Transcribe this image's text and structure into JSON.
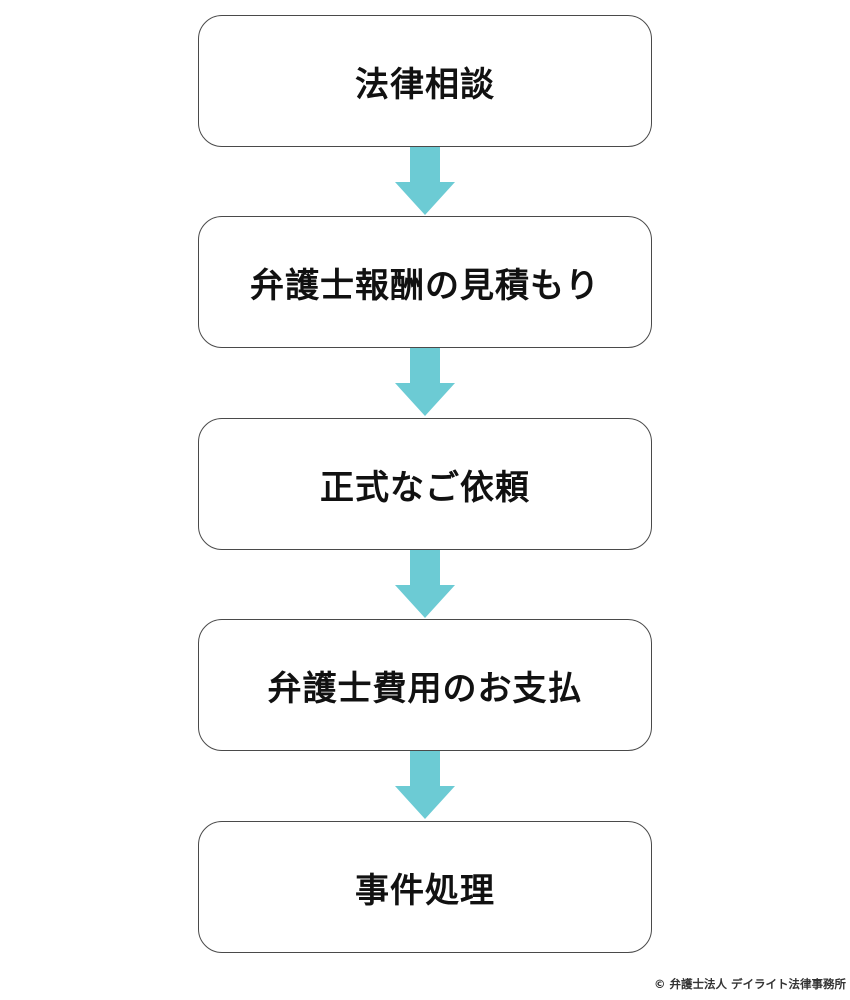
{
  "steps": [
    {
      "label": "法律相談"
    },
    {
      "label": "弁護士報酬の見積もり"
    },
    {
      "label": "正式なご依頼"
    },
    {
      "label": "弁護士費用のお支払"
    },
    {
      "label": "事件処理"
    }
  ],
  "copyright": "© 弁護士法人 デイライト法律事務所",
  "colors": {
    "arrow": "#6ccbd4",
    "box_border": "#4a4a4a",
    "text": "#111111"
  },
  "icons": {
    "connector": "down-arrow-icon"
  }
}
